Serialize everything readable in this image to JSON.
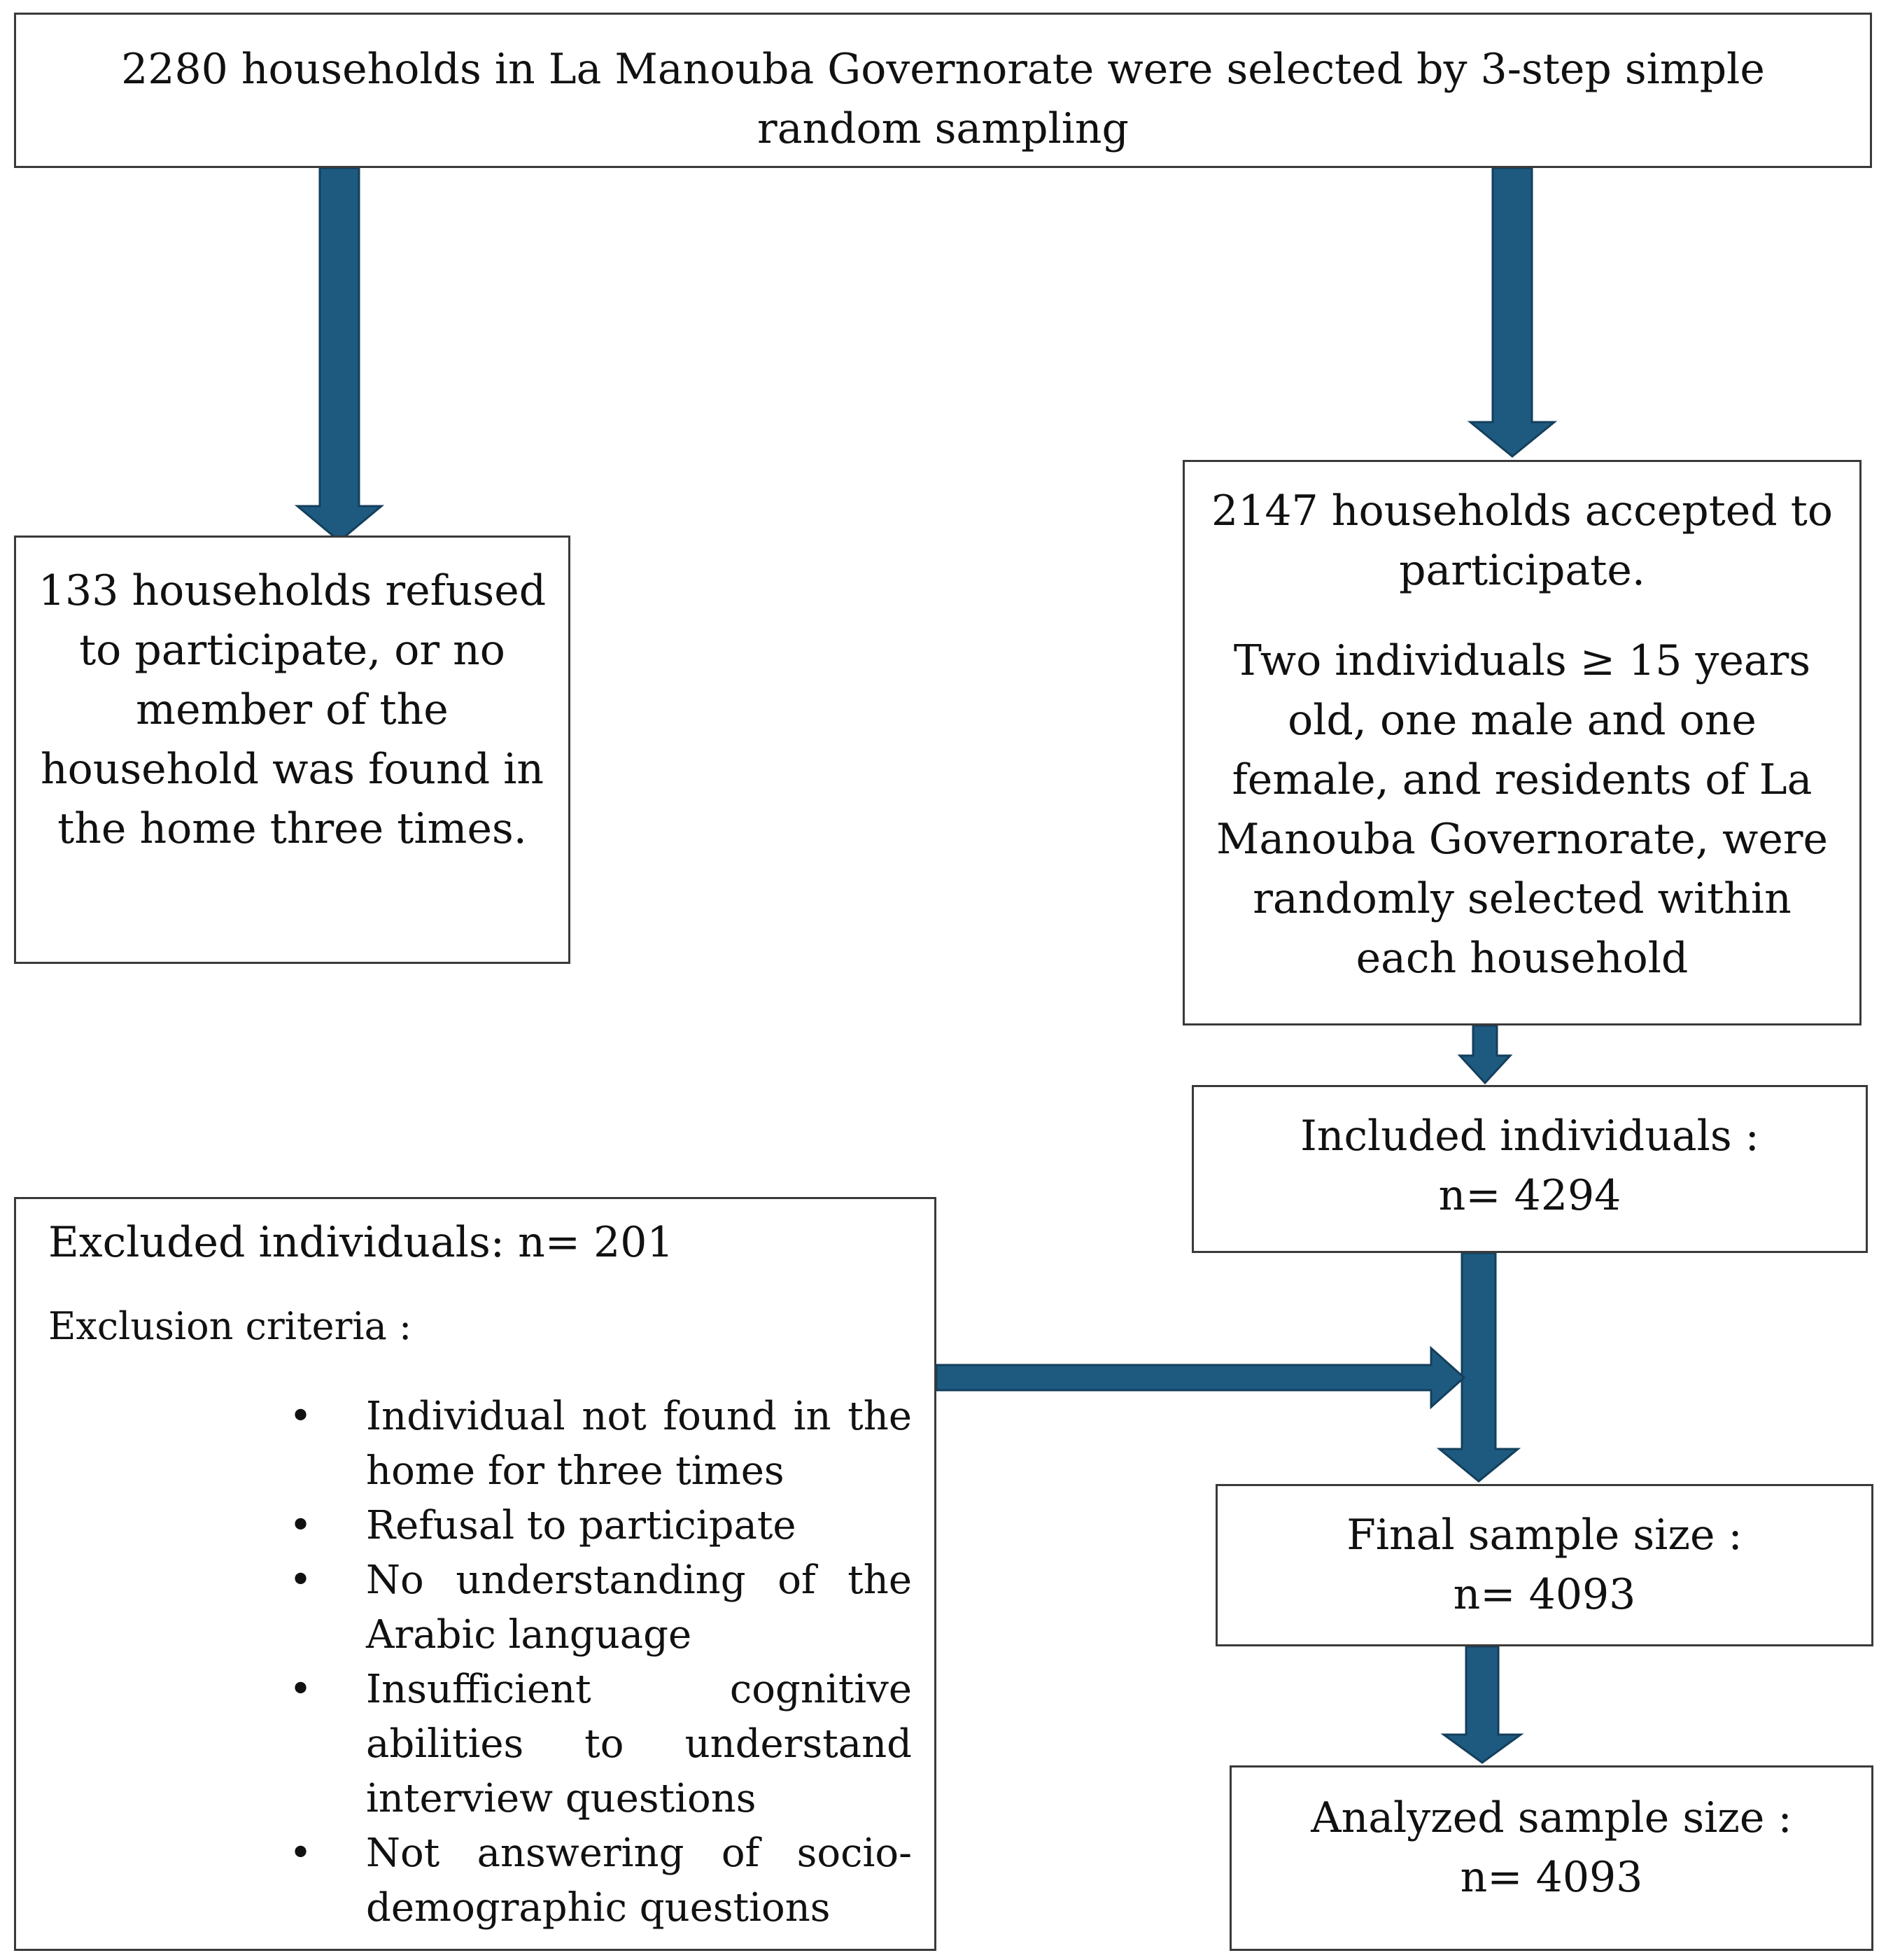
{
  "flow": {
    "top_box": {
      "line1": "2280 households in La Manouba Governorate were selected by 3-step simple",
      "line2": "random sampling"
    },
    "refused_box": {
      "text": "133 households refused to participate, or no member of the household was found in the home three times."
    },
    "accepted_box": {
      "para1": "2147 households accepted to participate.",
      "para2": "Two individuals ≥ 15 years old, one male and one female, and residents of La Manouba Governorate, were randomly selected within each household"
    },
    "included_box": {
      "label": "Included individuals :",
      "count": "n= 4294"
    },
    "excluded_box": {
      "title": "Excluded individuals: n= 201",
      "subtitle": "Exclusion criteria :",
      "criteria": [
        "Individual not found in the home for three times",
        "Refusal to participate",
        "No understanding of the Arabic language",
        "Insufficient cognitive abilities to understand interview questions",
        "Not answering of socio-demographic questions"
      ]
    },
    "final_box": {
      "label": "Final sample size :",
      "count": "n= 4093"
    },
    "analyzed_box": {
      "label": "Analyzed sample size :",
      "count": "n= 4093"
    }
  },
  "colors": {
    "arrow": "#1e5a80",
    "arrow_outline": "#143f5c",
    "box_border": "#3a3a3a"
  }
}
